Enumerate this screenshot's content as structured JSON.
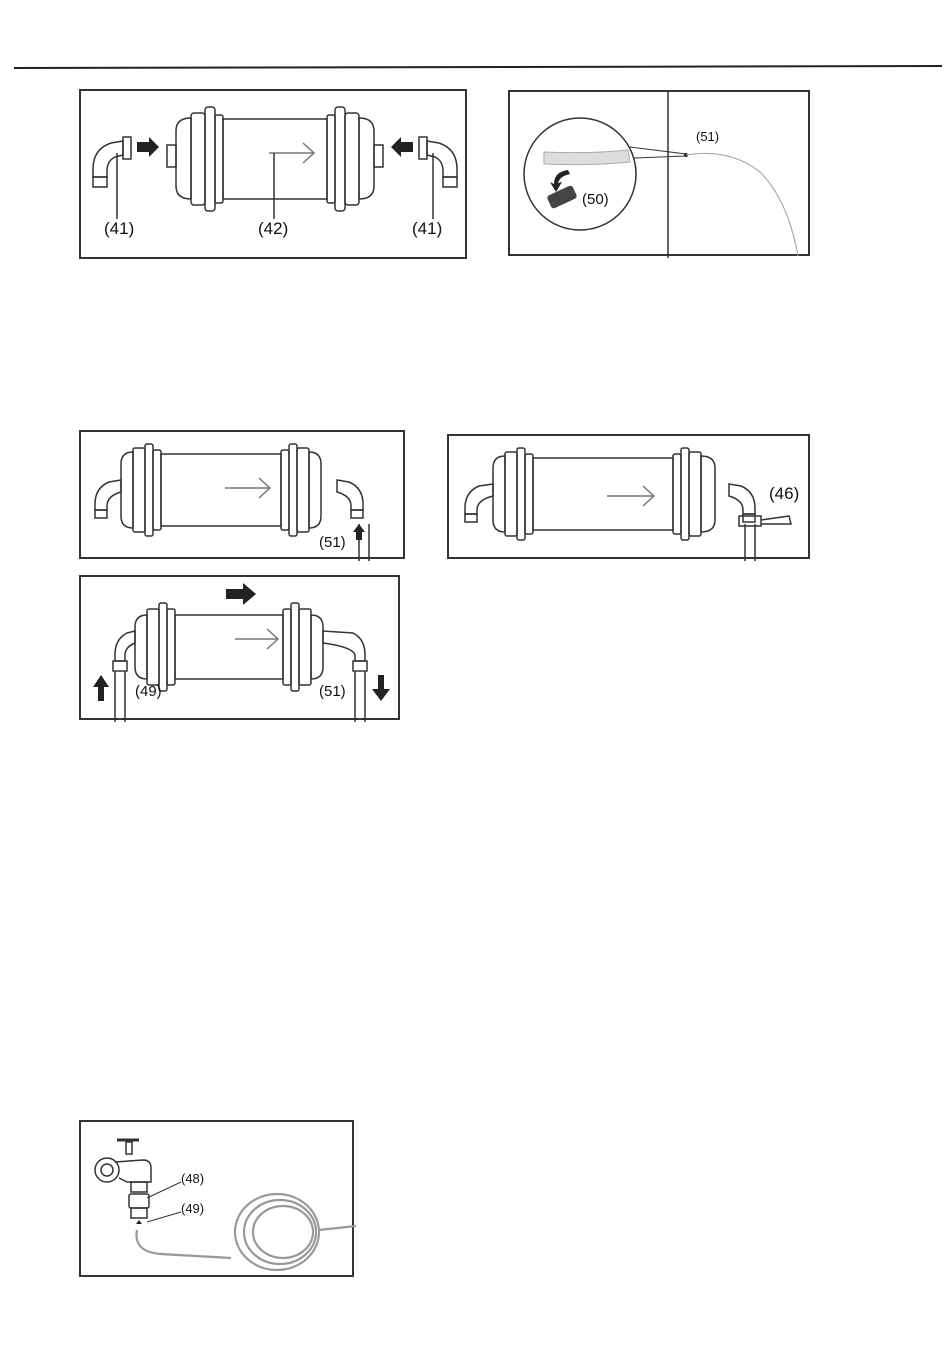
{
  "page": {
    "figures": [
      {
        "id": "fig-filter-fittings",
        "labels": {
          "fitting_left": "(41)",
          "filter": "(42)",
          "fitting_right": "(41)"
        }
      },
      {
        "id": "fig-hose-cap",
        "labels": {
          "cap": "(50)",
          "hose": "(51)"
        }
      },
      {
        "id": "fig-outlet-hose",
        "labels": {
          "hose": "(51)"
        }
      },
      {
        "id": "fig-clip",
        "labels": {
          "clip": "(46)"
        }
      },
      {
        "id": "fig-flow",
        "labels": {
          "inlet_hose": "(49)",
          "outlet_hose": "(51)"
        }
      },
      {
        "id": "fig-tap",
        "labels": {
          "adapter": "(48)",
          "hose": "(49)"
        }
      }
    ]
  },
  "colors": {
    "line": "#333333",
    "arrow": "#222222",
    "hose": "#9a9a9a",
    "frame": "#333333"
  }
}
